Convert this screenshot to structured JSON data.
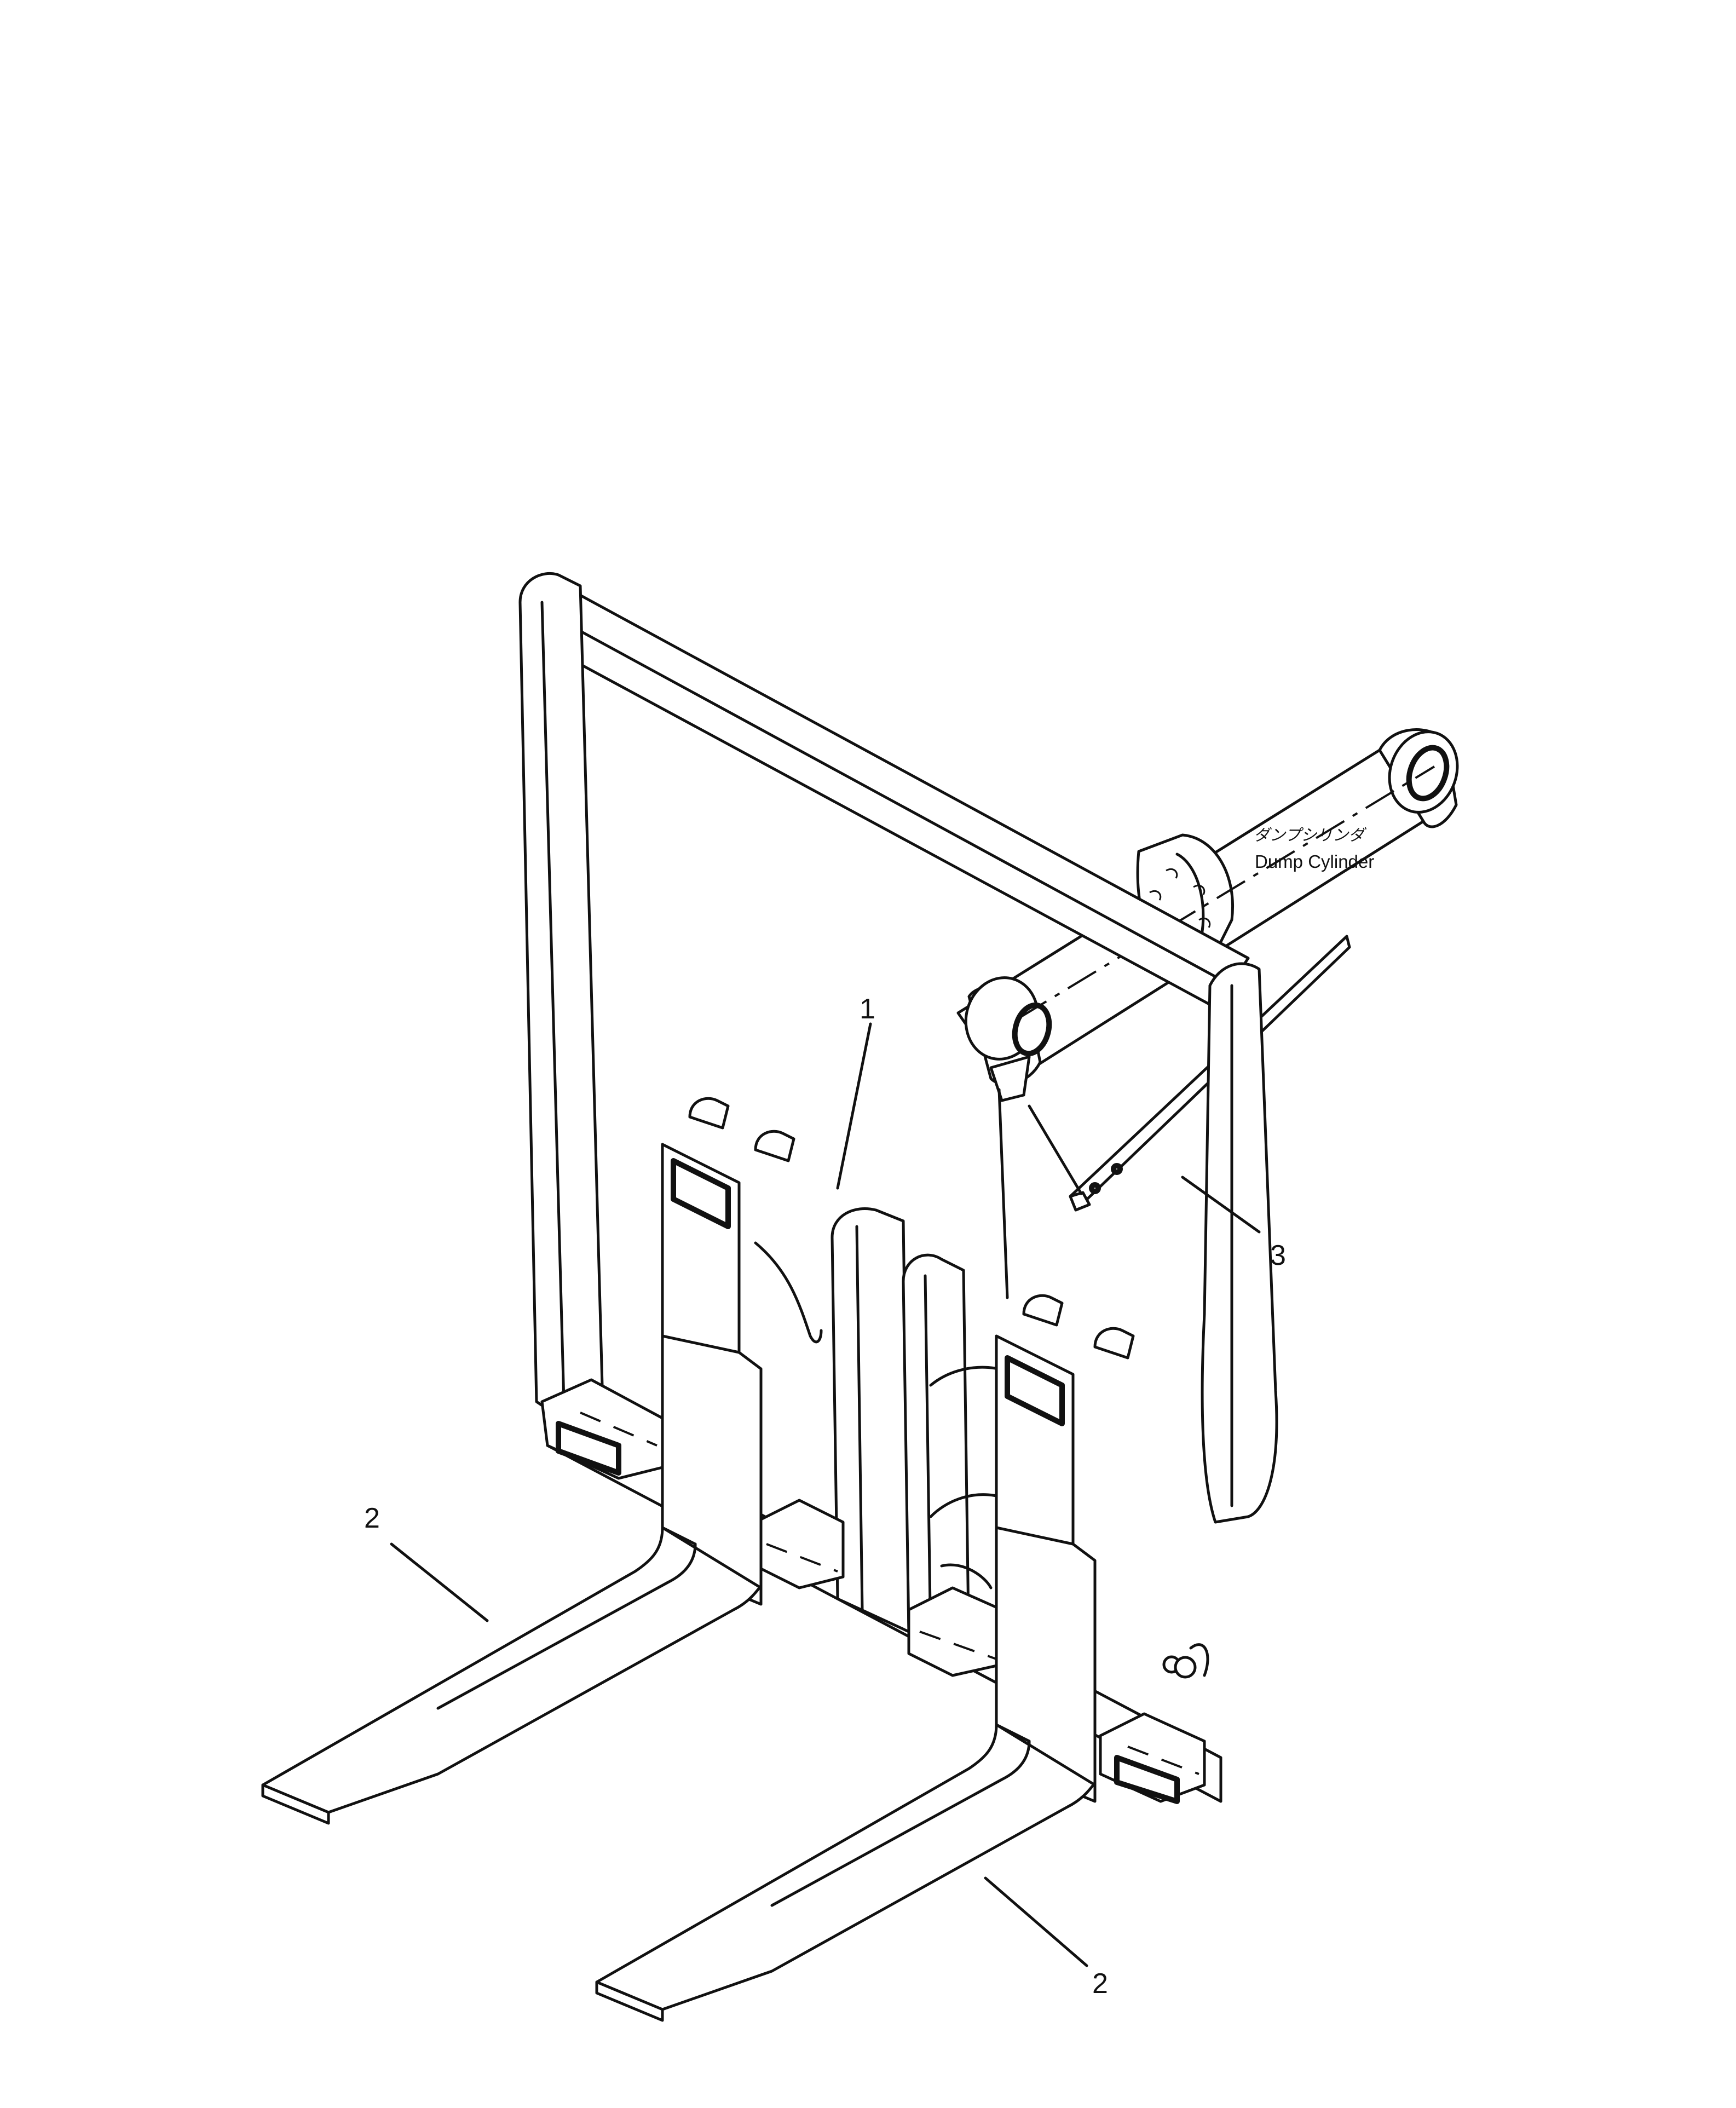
{
  "callouts": {
    "part1": "1",
    "part2_left": "2",
    "part2_right": "2",
    "part3": "3"
  },
  "cylinder_label": {
    "japanese": "ダンプシリンダ",
    "english": "Dump Cylinder"
  }
}
